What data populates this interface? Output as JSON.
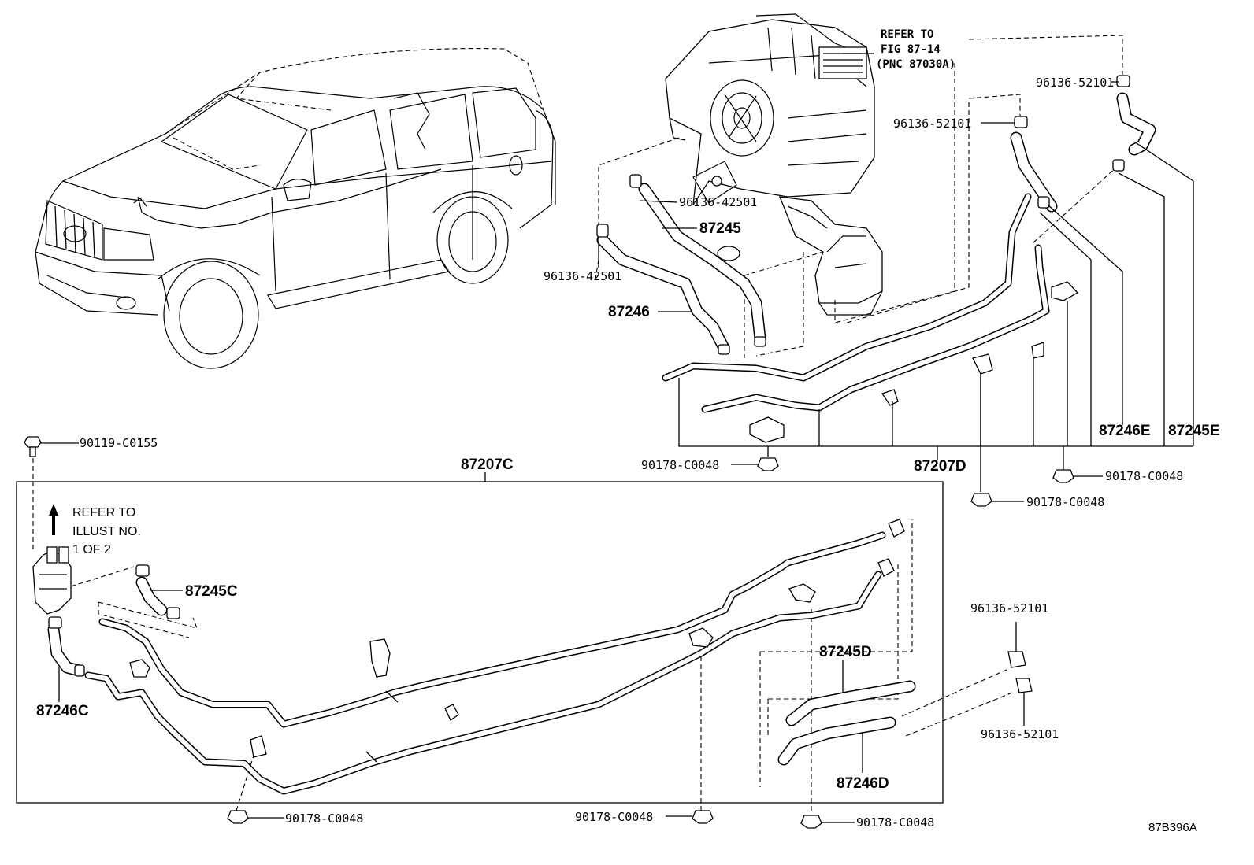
{
  "labels": {
    "ref_fig": [
      "REFER TO",
      "FIG 87-14",
      "(PNC 87030A)"
    ],
    "ref_illust": [
      "REFER TO",
      "ILLUST NO.",
      "1 OF 2"
    ],
    "p87207C": "87207C",
    "p87207D": "87207D",
    "p87245": "87245",
    "p87246": "87246",
    "p87245C": "87245C",
    "p87246C": "87246C",
    "p87245D": "87245D",
    "p87246D": "87246D",
    "p87246E": "87246E",
    "p87245E": "87245E",
    "clip_96136_52101_a": "96136-52101",
    "clip_96136_52101_b": "96136-52101",
    "clip_96136_52101_c": "96136-52101",
    "clip_96136_52101_d": "96136-52101",
    "clip_96136_42501_a": "96136-42501",
    "clip_96136_42501_b": "96136-42501",
    "bolt_90119": "90119-C0155",
    "nut_90178_a": "90178-C0048",
    "nut_90178_b": "90178-C0048",
    "nut_90178_c": "90178-C0048",
    "nut_90178_d": "90178-C0048",
    "nut_90178_e": "90178-C0048",
    "nut_90178_f": "90178-C0048",
    "figure_code": "87B396A"
  }
}
